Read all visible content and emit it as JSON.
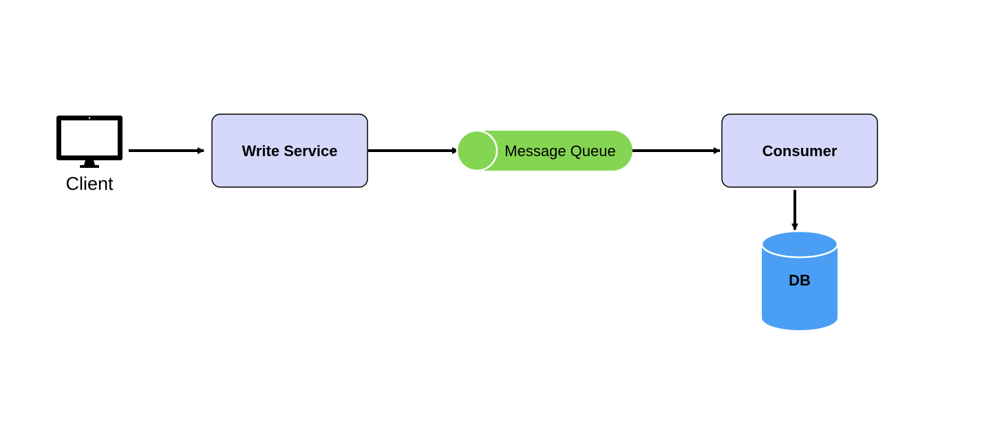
{
  "nodes": {
    "client": {
      "label": "Client",
      "icon": "desktop-monitor-icon"
    },
    "write_service": {
      "label": "Write Service"
    },
    "message_queue": {
      "label": "Message Queue"
    },
    "consumer": {
      "label": "Consumer"
    },
    "db": {
      "label": "DB",
      "icon": "database-cylinder-icon"
    }
  },
  "colors": {
    "service_fill": "#d6d8fb",
    "service_stroke": "#000000",
    "queue_fill": "#84d551",
    "db_fill": "#4a9ff5",
    "edge": "#000000",
    "background": "#ffffff"
  },
  "edges": [
    {
      "from": "client",
      "to": "write_service"
    },
    {
      "from": "write_service",
      "to": "message_queue"
    },
    {
      "from": "message_queue",
      "to": "consumer"
    },
    {
      "from": "consumer",
      "to": "db"
    }
  ]
}
